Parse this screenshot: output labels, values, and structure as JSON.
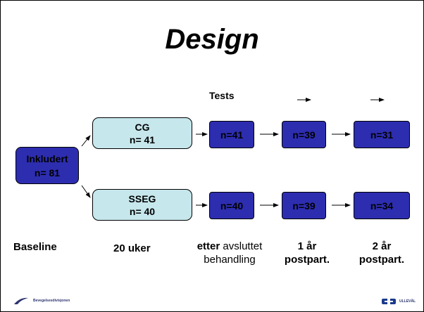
{
  "slide": {
    "title": "Design",
    "tests_label": "Tests"
  },
  "included": {
    "line1": "Inkludert",
    "line2": "n= 81"
  },
  "groups": {
    "cg": {
      "line1": "CG",
      "line2": "n= 41"
    },
    "sseg": {
      "line1": "SSEG",
      "line2": "n= 40"
    }
  },
  "followup": {
    "cg": [
      "n=41",
      "n=39",
      "n=31"
    ],
    "sseg": [
      "n=40",
      "n=39",
      "n=34"
    ]
  },
  "timepoints": {
    "baseline": "Baseline",
    "weeks": "20 uker",
    "after_bold": "etter",
    "after_rest": " avsluttet",
    "after_line2": "behandling",
    "year1_line1": "1 år",
    "year1_line2": "postpart.",
    "year2_line1": "2 år",
    "year2_line2": "postpart."
  },
  "logos": {
    "left_name": "Bevegelsesdivisjonen",
    "right_name": "ULLEVÅL"
  },
  "colors": {
    "navy_box": "#2d2db0",
    "cyan_box": "#c6e7ec"
  }
}
